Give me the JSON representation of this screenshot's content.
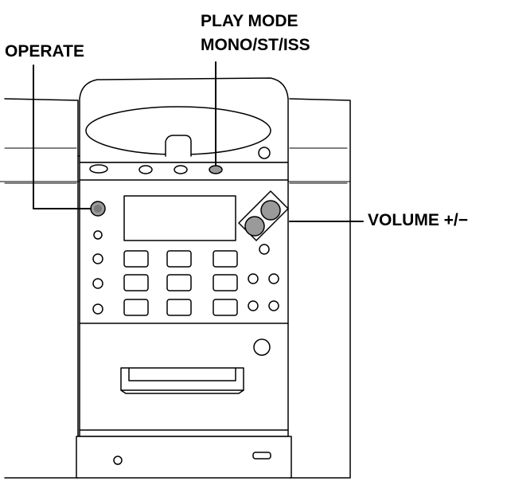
{
  "labels": {
    "operate": "OPERATE",
    "play_mode_line1": "PLAY MODE",
    "play_mode_line2": "MONO/ST/ISS",
    "volume": "VOLUME +/−"
  },
  "colors": {
    "line": "#000000",
    "button_fill": "#9a9a9a",
    "background": "#ffffff"
  }
}
